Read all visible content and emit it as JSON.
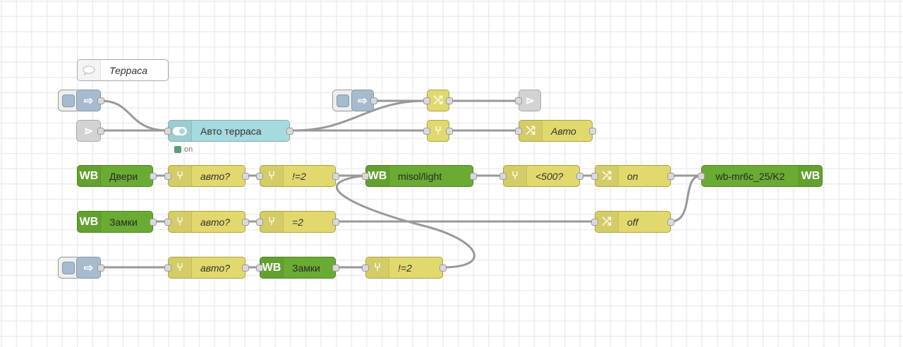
{
  "canvas": {
    "grid": true
  },
  "nodes": {
    "comment_terrace": {
      "label": "Терраса",
      "icon": "comment-icon",
      "type": "comment"
    },
    "inject_1": {
      "icon": "inject-arrow-icon",
      "type": "inject"
    },
    "link_in_1": {
      "icon": "link-in-icon",
      "type": "link in"
    },
    "switch_auto_terrace": {
      "label": "Авто терраса",
      "icon": "toggle-icon",
      "type": "ui_switch",
      "status": "on",
      "status_color": "#5a9e77"
    },
    "inject_2": {
      "icon": "inject-arrow-icon",
      "type": "inject"
    },
    "change_1": {
      "icon": "shuffle-icon",
      "type": "change"
    },
    "link_out_1": {
      "icon": "link-out-icon",
      "type": "link out"
    },
    "switch_node_1": {
      "icon": "switch-icon",
      "type": "switch"
    },
    "change_auto": {
      "label": "Авто",
      "icon": "shuffle-icon",
      "type": "change"
    },
    "wb_doors": {
      "label": "Двери",
      "badge": "WB",
      "type": "wb-in"
    },
    "switch_auto_q1": {
      "label": "авто?",
      "icon": "switch-icon",
      "type": "switch"
    },
    "switch_ne2_1": {
      "label": "!=2",
      "icon": "switch-icon",
      "type": "switch"
    },
    "wb_misol_light": {
      "label": "misol/light",
      "badge": "WB",
      "type": "wb-in"
    },
    "switch_lt500": {
      "label": "<500?",
      "icon": "switch-icon",
      "type": "switch"
    },
    "change_on": {
      "label": "on",
      "icon": "shuffle-icon",
      "type": "change"
    },
    "wb_out_k2": {
      "label": "wb-mr6c_25/K2",
      "badge": "WB",
      "type": "wb-out"
    },
    "wb_locks": {
      "label": "Замки",
      "badge": "WB",
      "type": "wb-in"
    },
    "switch_auto_q2": {
      "label": "авто?",
      "icon": "switch-icon",
      "type": "switch"
    },
    "switch_eq2": {
      "label": "=2",
      "icon": "switch-icon",
      "type": "switch"
    },
    "change_off": {
      "label": "off",
      "icon": "shuffle-icon",
      "type": "change"
    },
    "inject_3": {
      "icon": "inject-arrow-icon",
      "type": "inject"
    },
    "switch_auto_q3": {
      "label": "авто?",
      "icon": "switch-icon",
      "type": "switch"
    },
    "wb_locks_2": {
      "label": "Замки",
      "badge": "WB",
      "type": "wb-in"
    },
    "switch_ne2_2": {
      "label": "!=2",
      "icon": "switch-icon",
      "type": "switch"
    }
  },
  "colors": {
    "function_yellow": "#e2d96e",
    "wb_green": "#6aab33",
    "dashboard_teal": "#a6dadf",
    "inject_blue": "#a6bbcf",
    "link_gray": "#d3d3d3",
    "wire": "#999999"
  }
}
